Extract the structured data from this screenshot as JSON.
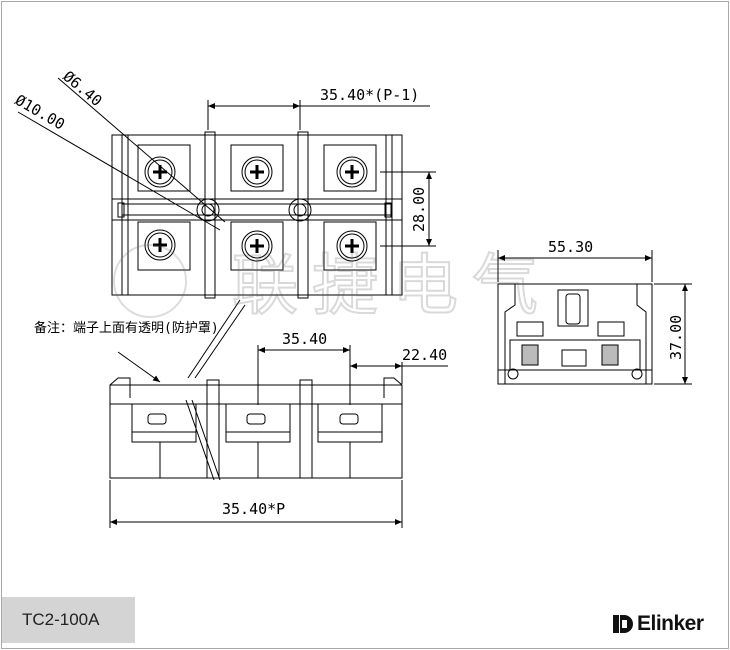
{
  "dimensions": {
    "hole_small": "Ø6.40",
    "hole_large": "Ø10.00",
    "pitch_top": "35.40*(P-1)",
    "height_right": "28.00",
    "side_width": "55.30",
    "side_height": "37.00",
    "pitch_mid": "35.40",
    "offset_mid": "22.40",
    "total_bottom": "35.40*P"
  },
  "note": "备注：端子上面有透明(防护罩)",
  "watermark": "联捷电气",
  "model": "TC2-100A",
  "brand": "Elinker"
}
